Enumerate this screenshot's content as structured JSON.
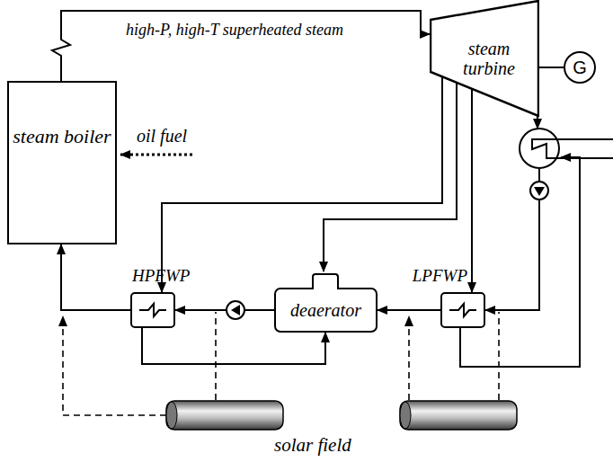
{
  "diagram": {
    "nodes": [
      {
        "text": [
          "steam boiler"
        ]
      },
      {
        "text": [
          "steam turbine"
        ]
      },
      {
        "text": [
          "G"
        ]
      },
      {
        "text": [
          "HPFWP"
        ]
      },
      {
        "text": [
          "deaerator"
        ]
      },
      {
        "text": [
          "LPFWP"
        ]
      }
    ],
    "edges": [
      {
        "from": 0,
        "to": 1,
        "arrow": "to"
      },
      {
        "from": 1,
        "to": 2,
        "arrow": "none"
      },
      {
        "from": 1,
        "to": 3,
        "arrow": "to"
      },
      {
        "from": 1,
        "to": 4,
        "arrow": "to"
      },
      {
        "from": 1,
        "to": 5,
        "arrow": "to"
      },
      {
        "from": 3,
        "to": 0,
        "arrow": "to"
      },
      {
        "from": 4,
        "to": 3,
        "arrow": "to"
      },
      {
        "from": 5,
        "to": 4,
        "arrow": "to"
      },
      {
        "from": 3,
        "to": 4,
        "arrow": "to"
      }
    ],
    "labels": [
      "high-P, high-T superheated steam",
      "oil fuel",
      "solar field"
    ]
  }
}
